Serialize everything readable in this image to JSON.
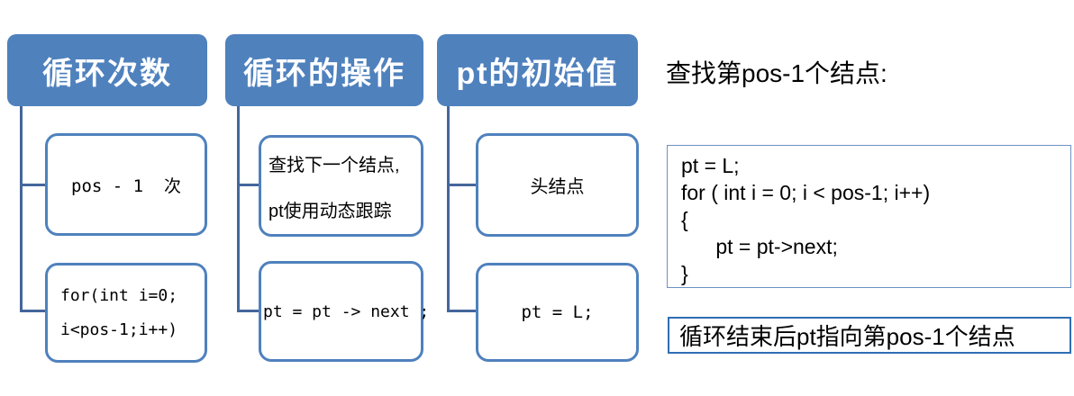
{
  "columns": [
    {
      "header": "循环次数",
      "children": [
        {
          "lines": [
            "pos - 1  次"
          ]
        },
        {
          "lines": [
            "for(int i=0;",
            "i<pos-1;i++)"
          ]
        }
      ]
    },
    {
      "header": "循环的操作",
      "children": [
        {
          "lines": [
            "查找下一个结点,",
            "pt使用动态跟踪"
          ]
        },
        {
          "lines": [
            "pt = pt -> next ;"
          ]
        }
      ]
    },
    {
      "header": "pt的初始值",
      "children": [
        {
          "lines": [
            "头结点"
          ]
        },
        {
          "lines": [
            "pt = L;"
          ]
        }
      ]
    }
  ],
  "right_panel": {
    "title": "查找第pos-1个结点:",
    "code_lines": [
      "pt = L;",
      "for ( int i = 0; i < pos-1; i++)",
      "{",
      "      pt = pt->next;",
      "}"
    ],
    "conclusion": "循环结束后pt指向第pos-1个结点"
  },
  "colors": {
    "header_fill": "#4f81bd",
    "child_border": "#4f81bd",
    "connector": "#44669c",
    "code_border": "#6b93c3",
    "conclusion_border": "#2f6eb4"
  }
}
